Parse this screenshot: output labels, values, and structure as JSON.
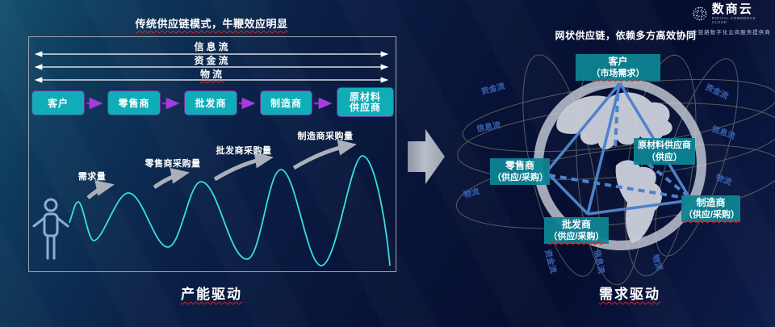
{
  "logo": {
    "name": "数商云",
    "subtitle": "DIGITAL COMMERCE CLOUD",
    "tagline": "全链路数字化云商服务提供商"
  },
  "left": {
    "title": "传统供应链模式，牛鞭效应明显",
    "flow_labels": [
      "信息流",
      "资金流",
      "物流"
    ],
    "chain_nodes": [
      "客户",
      "零售商",
      "批发商",
      "制造商",
      "原材料\n供应商"
    ],
    "wave_labels": [
      "需求量",
      "零售商采购量",
      "批发商采购量",
      "制造商采购量"
    ],
    "bottom_label": "产能驱动"
  },
  "right": {
    "title": "网状供应链，依赖多方高效协同",
    "orbit_labels": {
      "left": [
        "资金流",
        "信息流",
        "物流"
      ],
      "right": [
        "资金流",
        "信息流",
        "物流"
      ],
      "bottom": [
        "资金流",
        "信息流",
        "物流"
      ]
    },
    "nodes": [
      {
        "name": "客户",
        "detail": "（市场需求）"
      },
      {
        "name": "原材料供应商",
        "detail": "（供应）"
      },
      {
        "name": "零售商",
        "detail": "（供应/采购）"
      },
      {
        "name": "批发商",
        "detail": "（供应/采购）"
      },
      {
        "name": "制造商",
        "detail": "（供应/采购）"
      }
    ],
    "bottom_label": "需求驱动"
  },
  "colors": {
    "background_top": "#15516f",
    "background_deep": "#071033",
    "chain_box": "#0fadb8",
    "chain_box_border": "#6d2f9e",
    "chain_arrow": "#8a3ad0",
    "wave": "#38e0dc",
    "flow_arrow": "#ffffff",
    "network_line": "#4e82c8",
    "node_box": "#0e8494",
    "underline_red": "#e02020",
    "person": "#8faadc",
    "swoosh_arrow": "#aab0ba",
    "globe": "#c9ced8",
    "orbit_text": "#3c66b8"
  }
}
